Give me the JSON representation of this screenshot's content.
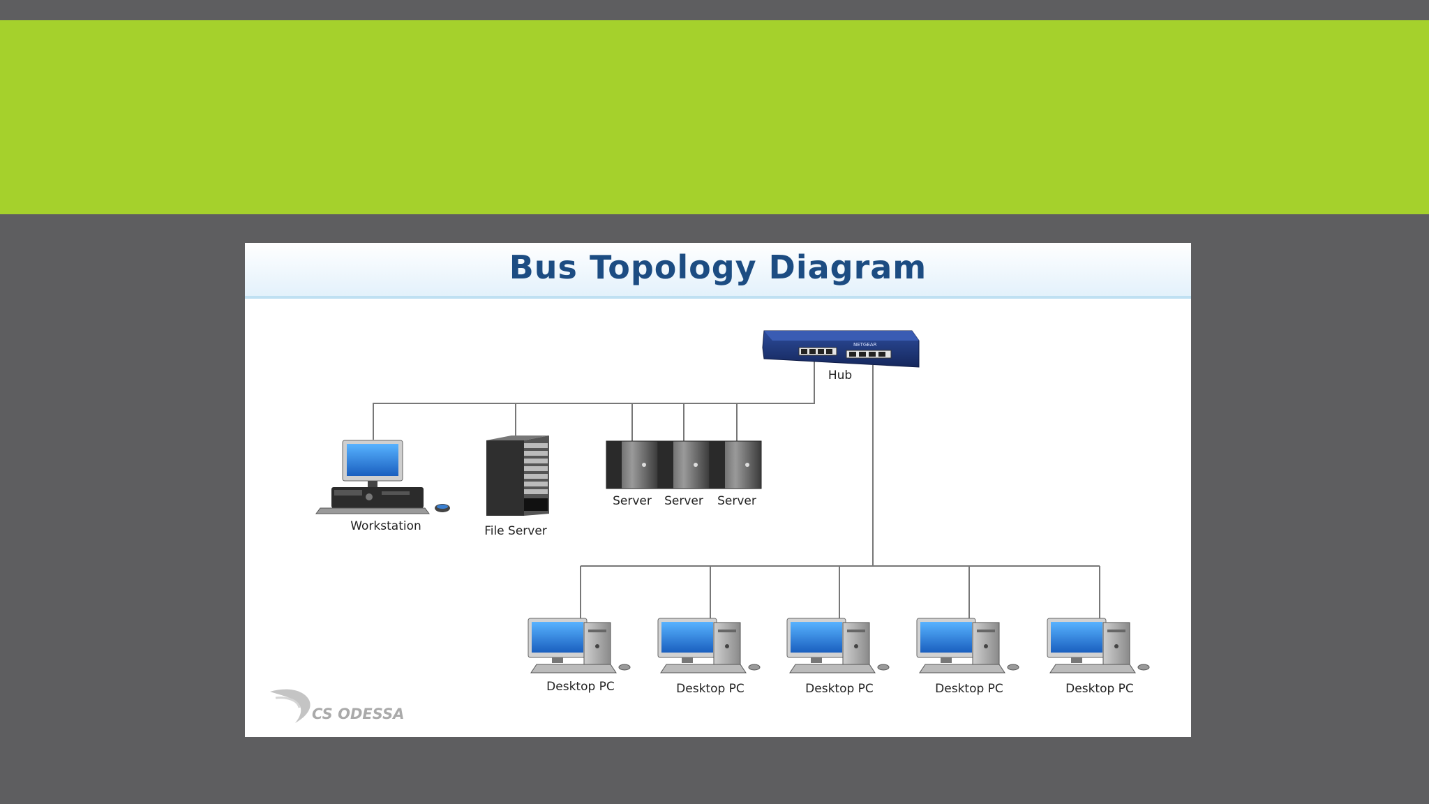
{
  "slide": {
    "banner_color": "#a5d12c",
    "background_color": "#5e5e60"
  },
  "diagram": {
    "title": "Bus Topology Diagram",
    "nodes": {
      "hub": "Hub",
      "workstation": "Workstation",
      "file_server": "File Server",
      "servers": [
        "Server",
        "Server",
        "Server"
      ],
      "desktops": [
        "Desktop PC",
        "Desktop PC",
        "Desktop PC",
        "Desktop PC",
        "Desktop PC"
      ]
    },
    "logo": "CS ODESSA",
    "hub_brand_text": "NETGEAR",
    "line_color": "#777777"
  }
}
